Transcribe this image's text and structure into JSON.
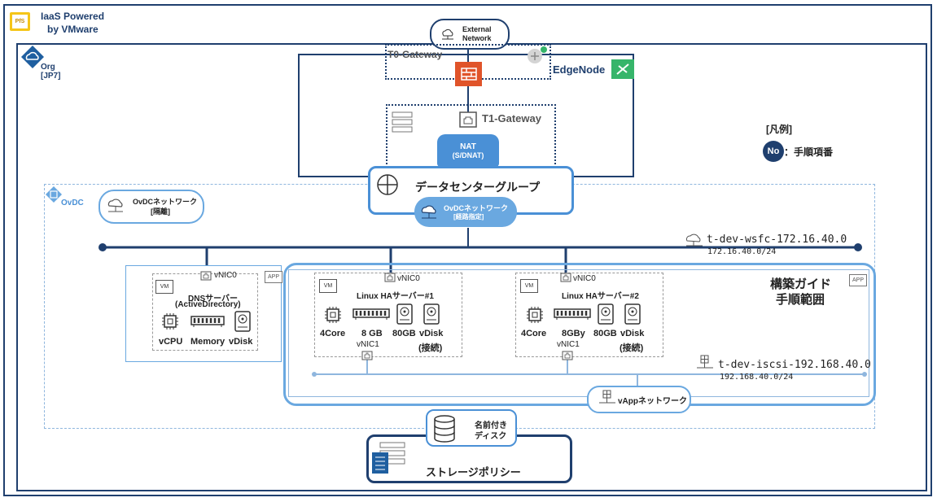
{
  "header": {
    "brand_icon": "PfS",
    "brand_line1": "IaaS Powered",
    "brand_line2": "by VMware"
  },
  "org": {
    "label_line1": "Org",
    "label_line2": "[JP7]"
  },
  "external_network": {
    "line1": "External",
    "line2": "Network"
  },
  "t0_gateway": {
    "label": "T0-Gateway"
  },
  "edge_node": {
    "label": "EdgeNode"
  },
  "t1_gateway": {
    "label": "T1-Gateway"
  },
  "nat": {
    "line1": "NAT",
    "line2": "(S/DNAT)"
  },
  "datacenter_group": {
    "label": "データセンターグループ"
  },
  "ovdc_network_routed": {
    "line1": "OvDCネットワーク",
    "line2": "[経路指定]"
  },
  "ovdc": {
    "label": "OvDC"
  },
  "ovdc_network_isolated": {
    "line1": "OvDCネットワーク",
    "line2": "[隔離]"
  },
  "legend": {
    "title": "[凡例]",
    "badge": "No",
    "text": "：手順項番"
  },
  "net_wsfc": {
    "name": "t-dev-wsfc-172.16.40.0",
    "cidr": "172.16.40.0/24"
  },
  "net_iscsi": {
    "name": "t-dev-iscsi-192.168.40.0",
    "cidr": "192.168.40.0/24"
  },
  "guide": {
    "line1": "構築ガイド",
    "line2": "手順範囲"
  },
  "vapp_network": {
    "label": "vAppネットワーク"
  },
  "named_disk": {
    "line1": "名前付き",
    "line2": "ディスク"
  },
  "storage_policy": {
    "label": "ストレージポリシー"
  },
  "badges": {
    "vm": "VM",
    "app": "APP"
  },
  "dns_vm": {
    "nic": "vNIC0",
    "title_line1": "DNSサーバー",
    "title_line2": "(ActiveDirectory)",
    "cpu": "vCPU",
    "memory": "Memory",
    "disk": "vDisk"
  },
  "linux_vm1": {
    "nic0": "vNIC0",
    "nic1": "vNIC1",
    "title": "Linux HAサーバー#1",
    "cpu": "4Core",
    "memory": "8 GB",
    "disk": "80GB",
    "vdisk_line1": "vDisk",
    "vdisk_line2": "(接続)"
  },
  "linux_vm2": {
    "nic0": "vNIC0",
    "nic1": "vNIC1",
    "title": "Linux HAサーバー#2",
    "cpu": "4Core",
    "memory": "8GBy",
    "disk": "80GB",
    "vdisk_line1": "vDisk",
    "vdisk_line2": "(接続)"
  },
  "colors": {
    "navy": "#1f3f6e",
    "blue_accent": "#4a90d6",
    "light_blue": "#6aa8e0",
    "firewall": "#e0542a",
    "edge_green": "#36b56a",
    "dashed": "#8fb6de"
  }
}
